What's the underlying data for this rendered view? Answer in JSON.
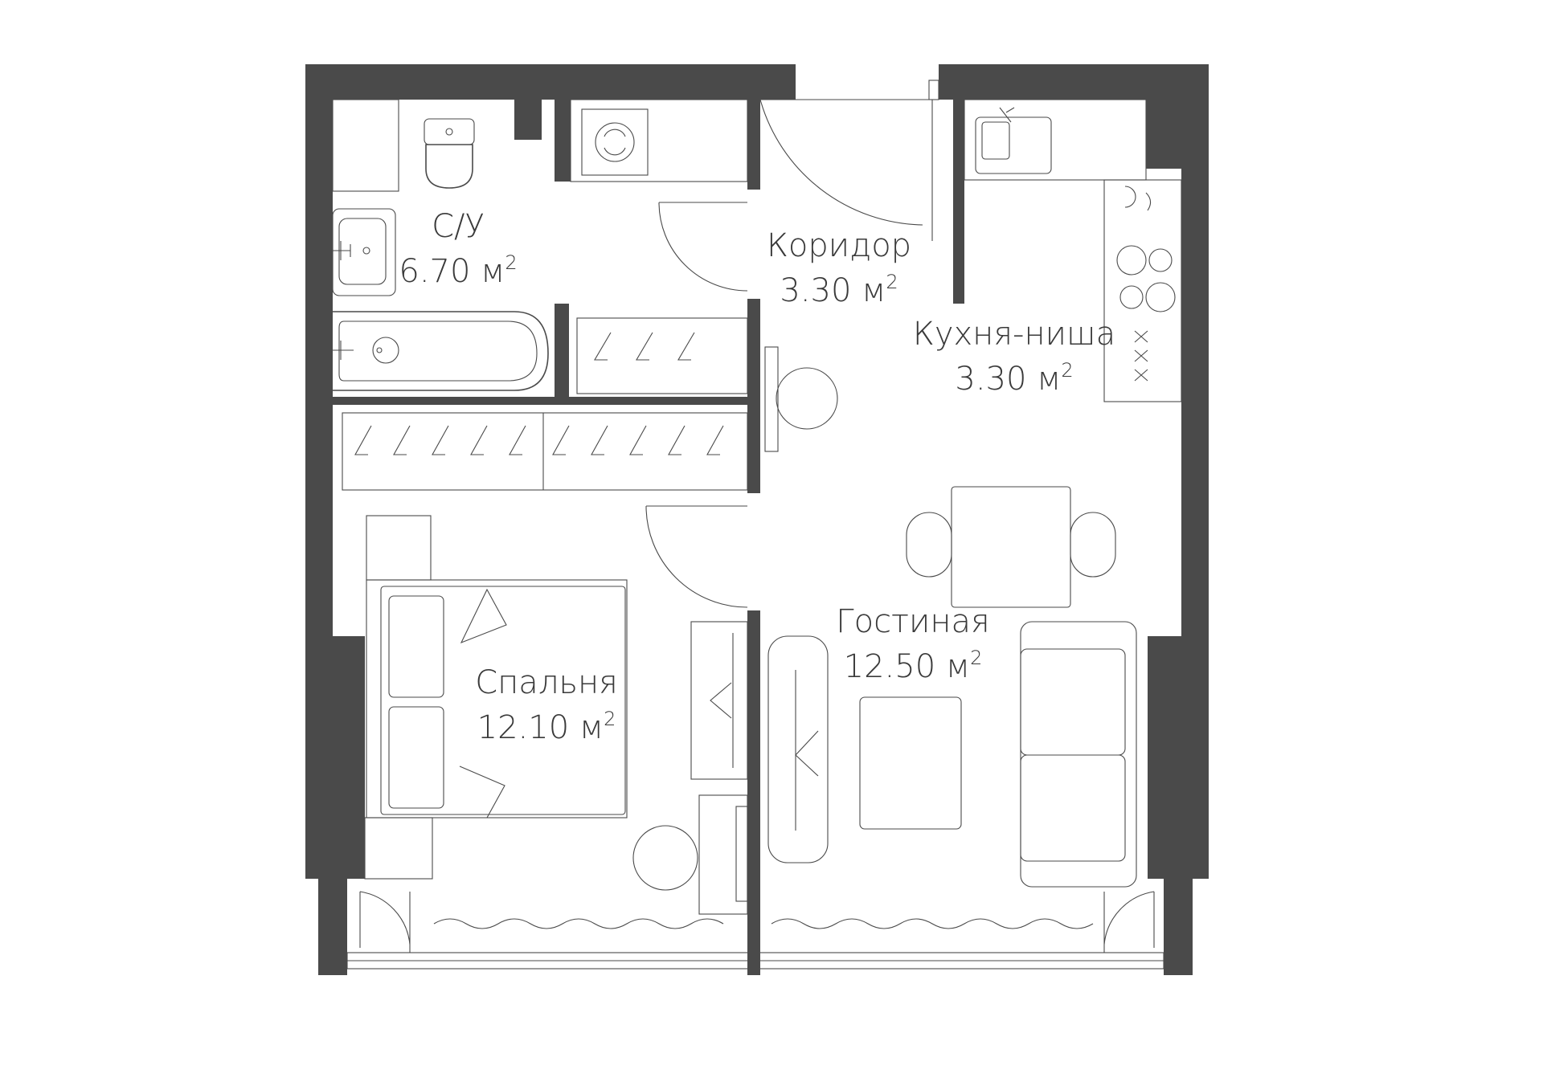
{
  "rooms": [
    {
      "id": "bathroom",
      "name": "С/У",
      "area": "6.70",
      "unit": "м"
    },
    {
      "id": "corridor",
      "name": "Коридор",
      "area": "3.30",
      "unit": "м"
    },
    {
      "id": "kitchen",
      "name": "Кухня-ниша",
      "area": "3.30",
      "unit": "м"
    },
    {
      "id": "bedroom",
      "name": "Спальня",
      "area": "12.10",
      "unit": "м"
    },
    {
      "id": "living",
      "name": "Гостиная",
      "area": "12.50",
      "unit": "м"
    }
  ],
  "unit_superscript": "2",
  "colors": {
    "wall": "#4a4a4a",
    "line": "#4a4a4a",
    "background": "#ffffff"
  }
}
